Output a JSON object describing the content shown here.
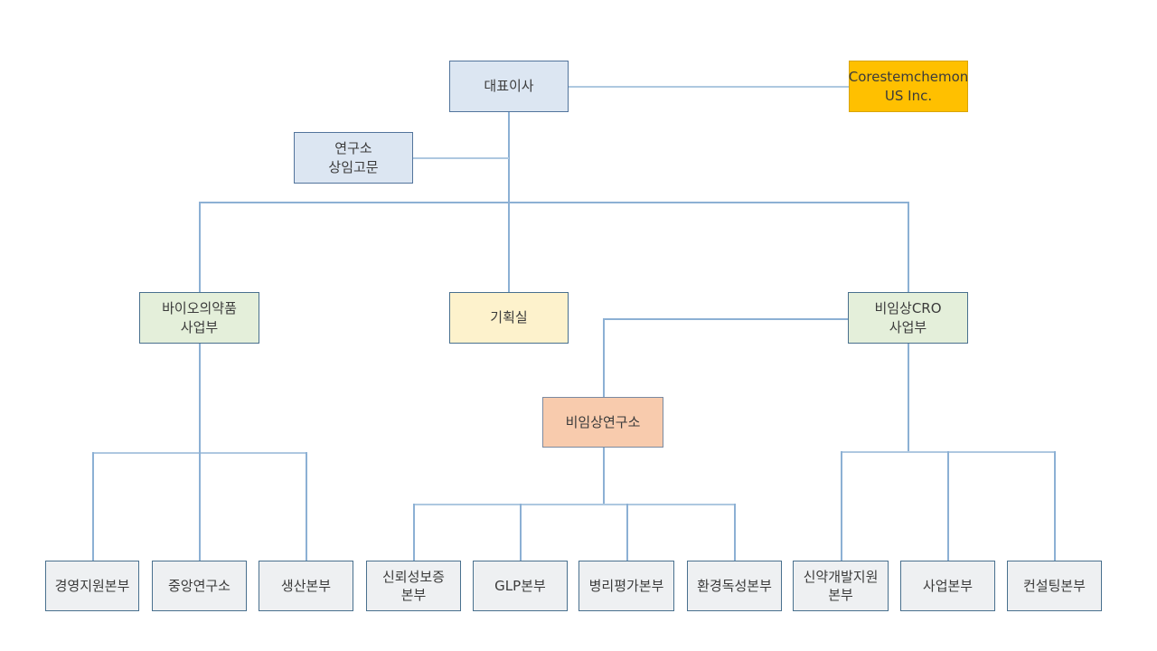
{
  "org_chart": {
    "nodes": {
      "ceo": {
        "label": "대표이사"
      },
      "us_subsidiary": {
        "label": "Corestemchemon\nUS Inc."
      },
      "advisor": {
        "label": "연구소\n상임고문"
      },
      "bio_division": {
        "label": "바이오의약품\n사업부"
      },
      "planning_office": {
        "label": "기획실"
      },
      "cro_division": {
        "label": "비임상CRO\n사업부"
      },
      "nonclinical_institute": {
        "label": "비임상연구소"
      },
      "mgmt_support_hq": {
        "label": "경영지원본부"
      },
      "central_research": {
        "label": "중앙연구소"
      },
      "production_hq": {
        "label": "생산본부"
      },
      "reliability_assurance_hq": {
        "label": "신뢰성보증\n본부"
      },
      "glp_hq": {
        "label": "GLP본부"
      },
      "pathology_eval_hq": {
        "label": "병리평가본부"
      },
      "env_toxicology_hq": {
        "label": "환경독성본부"
      },
      "drug_dev_support_hq": {
        "label": "신약개발지원\n본부"
      },
      "business_hq": {
        "label": "사업본부"
      },
      "consulting_hq": {
        "label": "컨설팅본부"
      }
    },
    "palette": {
      "box_blue_fill": "#dce6f2",
      "box_amber_fill": "#ffc000",
      "box_green_fill": "#e4efda",
      "box_yellow_fill": "#fdf2cc",
      "box_peach_fill": "#f8cbad",
      "box_gray_fill": "#eef0f2",
      "box_border": "#49708e",
      "connector": "#8cb0d4"
    }
  }
}
